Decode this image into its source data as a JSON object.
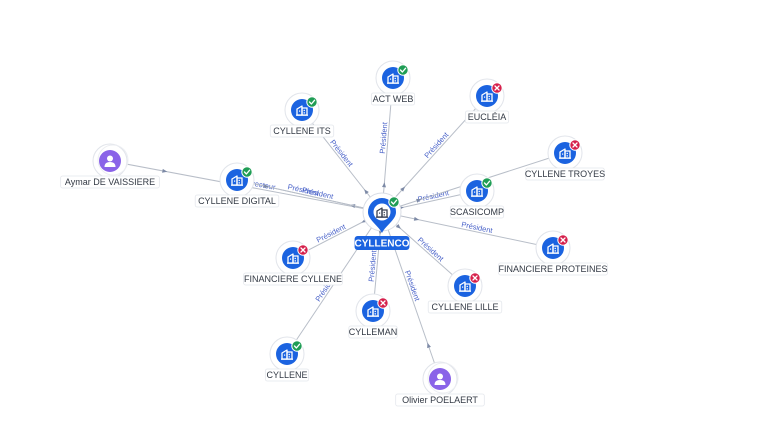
{
  "colors": {
    "company_blue": "#1b63e0",
    "person_purple": "#8a63e8",
    "active_green": "#1f9d55",
    "closed_red": "#d6204c",
    "edge_label_blue": "#4a63c9"
  },
  "center": {
    "id": "cyllenco",
    "label": "CYLLENCO",
    "status": "active",
    "icon": "building-icon"
  },
  "nodes": [
    {
      "id": "act-web",
      "label": "ACT WEB",
      "kind": "company",
      "status": "active"
    },
    {
      "id": "cyllene-its",
      "label": "CYLLENE ITS",
      "kind": "company",
      "status": "active"
    },
    {
      "id": "euclea",
      "label": "EUCLÉIA",
      "kind": "company",
      "status": "closed"
    },
    {
      "id": "aymar",
      "label": "Aymar DE VAISSIERE",
      "kind": "person",
      "status": "none"
    },
    {
      "id": "cyllene-digital",
      "label": "CYLLENE DIGITAL",
      "kind": "company",
      "status": "active"
    },
    {
      "id": "cyllene-troyes",
      "label": "CYLLENE TROYES",
      "kind": "company",
      "status": "closed"
    },
    {
      "id": "scasicomp",
      "label": "SCASICOMP",
      "kind": "company",
      "status": "active"
    },
    {
      "id": "financiere-cyllene",
      "label": "FINANCIERE CYLLENE",
      "kind": "company",
      "status": "closed"
    },
    {
      "id": "financiere-proteines",
      "label": "FINANCIERE PROTEINES",
      "kind": "company",
      "status": "closed"
    },
    {
      "id": "cylleman",
      "label": "CYLLEMAN",
      "kind": "company",
      "status": "closed"
    },
    {
      "id": "cyllene-lille",
      "label": "CYLLENE LILLE",
      "kind": "company",
      "status": "closed"
    },
    {
      "id": "cyllene",
      "label": "CYLLENE",
      "kind": "company",
      "status": "active"
    },
    {
      "id": "olivier",
      "label": "Olivier POELAERT",
      "kind": "person",
      "status": "none"
    }
  ],
  "edges": [
    {
      "from": "cyllenco",
      "to": "act-web",
      "label": "Président"
    },
    {
      "from": "cyllenco",
      "to": "cyllene-its",
      "label": "Président"
    },
    {
      "from": "cyllenco",
      "to": "euclea",
      "label": "Président"
    },
    {
      "from": "aymar",
      "to": "cyllenco",
      "label": "Directeur"
    },
    {
      "from": "cyllenco",
      "to": "cyllene-digital",
      "label": "Président"
    },
    {
      "from": "cyllene-digital",
      "to": "cyllenco",
      "label": "Président"
    },
    {
      "from": "cyllenco",
      "to": "scasicomp",
      "label": "Président"
    },
    {
      "from": "cyllenco",
      "to": "cyllene-troyes",
      "label": ""
    },
    {
      "from": "cyllenco",
      "to": "financiere-proteines",
      "label": "Président"
    },
    {
      "from": "cyllenco",
      "to": "financiere-cyllene",
      "label": "Président"
    },
    {
      "from": "cyllenco",
      "to": "cylleman",
      "label": "Président"
    },
    {
      "from": "cyllenco",
      "to": "cyllene-lille",
      "label": "Président"
    },
    {
      "from": "cyllenco",
      "to": "cyllene",
      "label": "Président"
    },
    {
      "from": "olivier",
      "to": "cyllenco",
      "label": "Président"
    }
  ]
}
